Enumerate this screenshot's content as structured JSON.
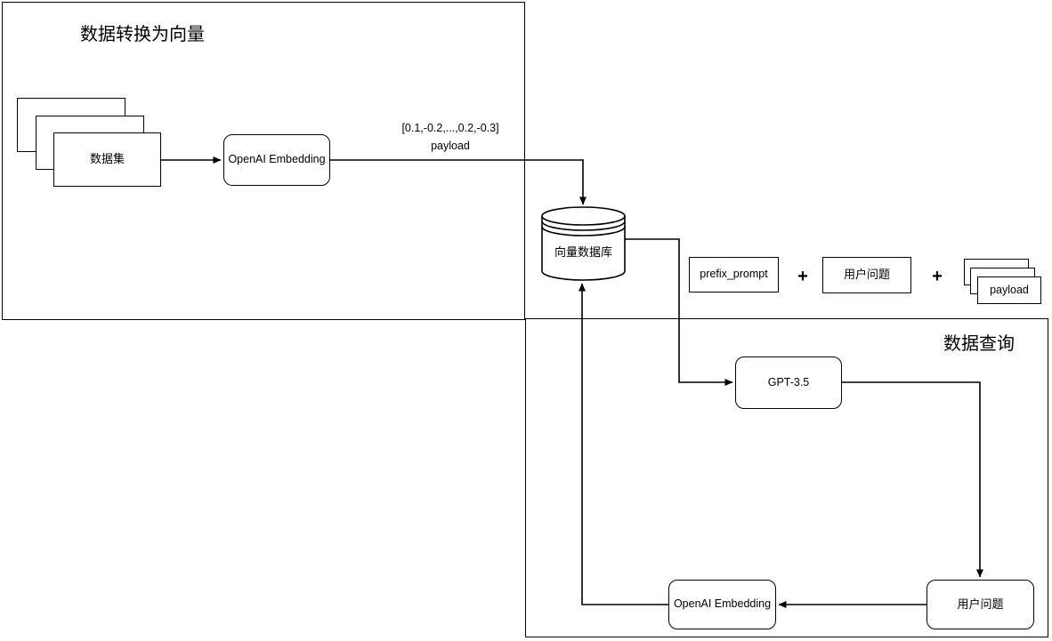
{
  "colors": {
    "stroke": "#000000",
    "background": "#ffffff"
  },
  "sections": {
    "ingest": {
      "title": "数据转换为向量"
    },
    "query": {
      "title": "数据查询"
    }
  },
  "nodes": {
    "dataset": {
      "label": "数据集"
    },
    "openai_embedding_ingest": {
      "label": "OpenAI Embedding"
    },
    "vector_db": {
      "label": "向量数据库"
    },
    "prefix_prompt": {
      "label": "prefix_prompt"
    },
    "user_question_compose": {
      "label": "用户问题"
    },
    "payload_card": {
      "label": "payload"
    },
    "gpt35": {
      "label": "GPT-3.5"
    },
    "openai_embedding_query": {
      "label": "OpenAI Embedding"
    },
    "user_question": {
      "label": "用户问题"
    }
  },
  "operators": {
    "plus_1": "+",
    "plus_2": "+"
  },
  "edge_labels": {
    "vector_value": "[0.1,-0.2,...,0.2,-0.3]",
    "payload": "payload"
  }
}
